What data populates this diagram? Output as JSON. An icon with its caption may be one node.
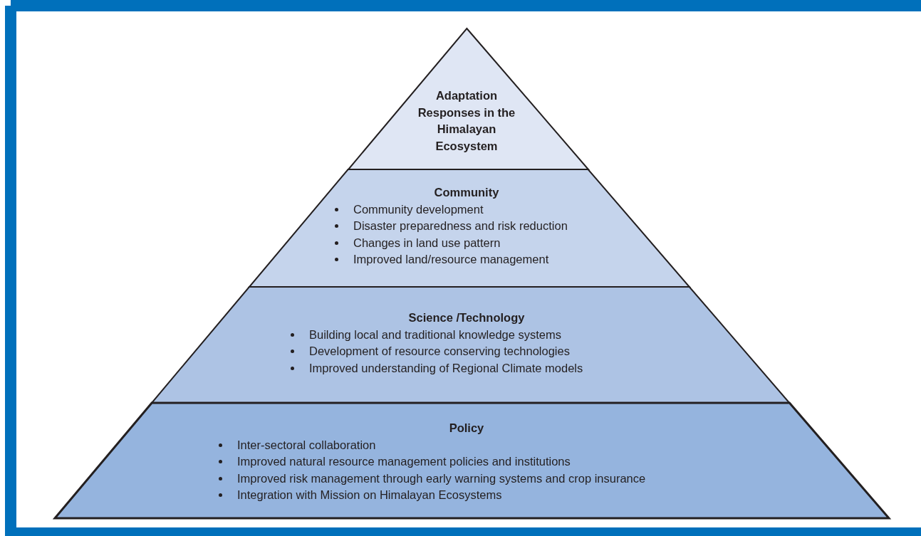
{
  "diagram": {
    "nodes": [
      {
        "text": [
          "Adaptation Responses in the Himalayan Ecosystem"
        ]
      },
      {
        "text": [
          "Community",
          "Community development",
          "Disaster preparedness and risk reduction",
          "Changes in land use pattern",
          "Improved land/resource management"
        ]
      },
      {
        "text": [
          "Science /Technology",
          "Building local and traditional knowledge systems",
          "Development of resource conserving technologies",
          "Improved understanding of Regional Climate models"
        ]
      },
      {
        "text": [
          "Policy",
          "Inter-sectoral collaboration",
          "Improved natural resource management policies and institutions",
          "Improved risk management through early warning systems and crop insurance",
          "Integration with Mission on Himalayan Ecosystems"
        ]
      }
    ]
  }
}
